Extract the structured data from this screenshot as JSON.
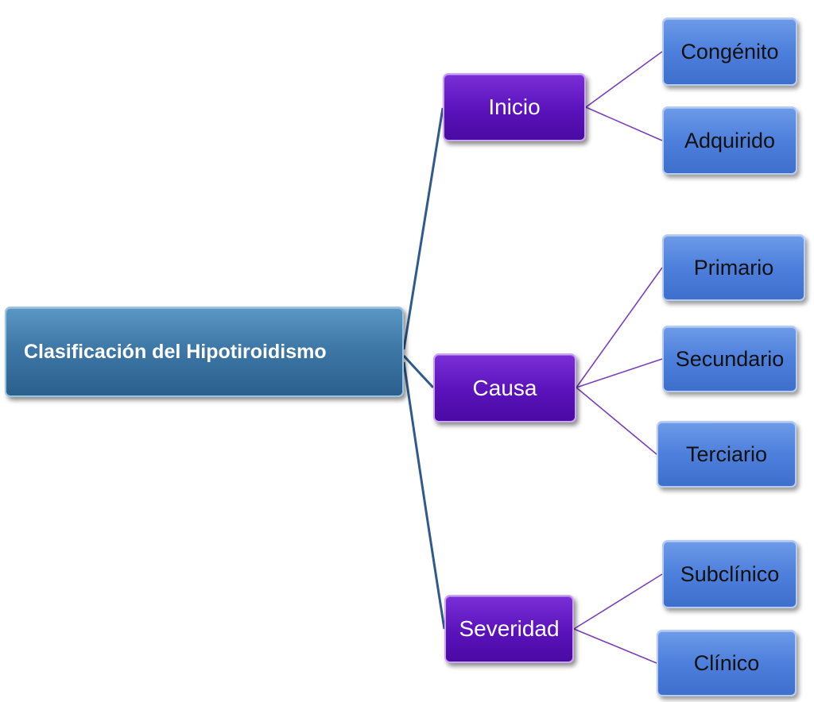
{
  "diagram": {
    "root": {
      "label": "Clasificación del Hipotiroidismo"
    },
    "categories": [
      {
        "label": "Inicio",
        "children": [
          "Congénito",
          "Adquirido"
        ]
      },
      {
        "label": "Causa",
        "children": [
          "Primario",
          "Secundario",
          "Terciario"
        ]
      },
      {
        "label": "Severidad",
        "children": [
          "Subclínico",
          "Clínico"
        ]
      }
    ],
    "colors": {
      "root_fill": "#3e78a7",
      "category_fill": "#5a12bb",
      "leaf_fill": "#4d7fdc",
      "root_connector": "#2f5a8e",
      "leaf_connector": "#7b3fb8"
    }
  }
}
